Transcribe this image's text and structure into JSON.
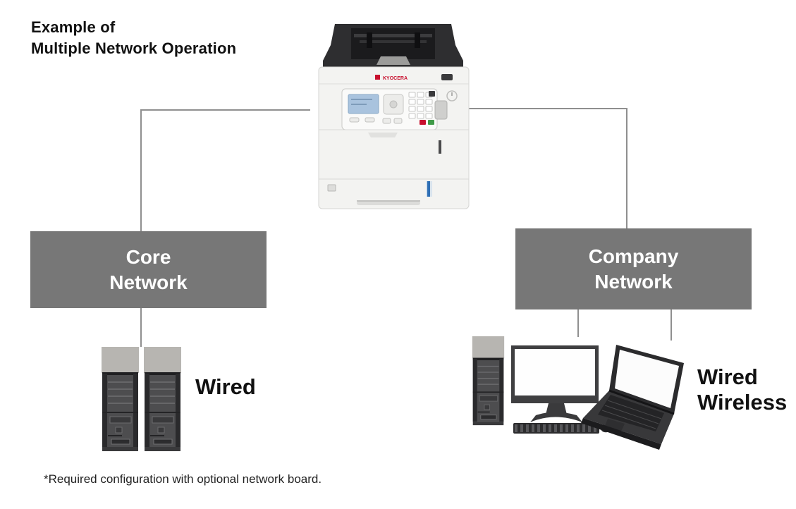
{
  "title": {
    "line1": "Example of",
    "line2": "Multiple Network Operation"
  },
  "printer": {
    "brand": "KYOCERA"
  },
  "core_network": {
    "line1": "Core",
    "line2": "Network",
    "connection_label": "Wired"
  },
  "company_network": {
    "line1": "Company",
    "line2": "Network",
    "connection_label_line1": "Wired",
    "connection_label_line2": "Wireless"
  },
  "footnote": "*Required configuration with optional network board.",
  "icons": {
    "printer": "printer-illustration",
    "left_servers": [
      "server-tower-icon",
      "server-tower-icon"
    ],
    "right_devices": [
      "desktop-tower-icon",
      "monitor-icon",
      "keyboard-icon",
      "mouse-icon",
      "laptop-icon"
    ]
  },
  "colors": {
    "box-gray": "#777777",
    "line-gray": "#8f8f8f",
    "text-black": "#111111",
    "box-text": "#ffffff",
    "brand-red": "#c8102e",
    "printer-dark": "#2e2e30",
    "lcd-blue": "#a9c3de",
    "indicator-blue": "#2e6fb5"
  }
}
